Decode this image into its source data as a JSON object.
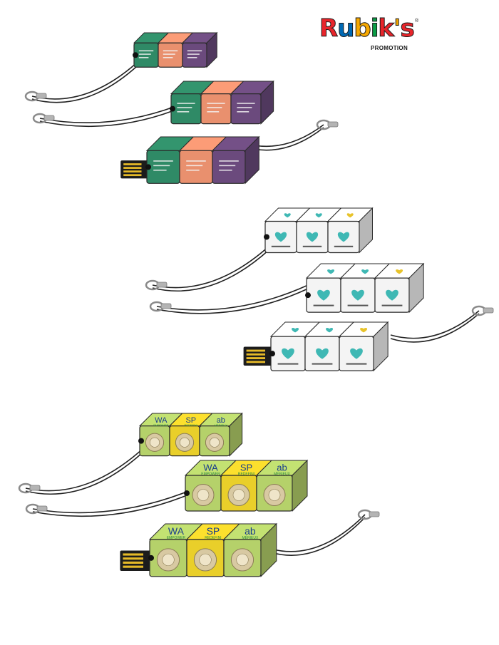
{
  "brand": {
    "logo_letters": [
      "R",
      "u",
      "b",
      "i",
      "k",
      "'",
      "s"
    ],
    "logo_colors": [
      "#e8252b",
      "#0069b4",
      "#f6a800",
      "#0a9d46",
      "#e8252b",
      "#f6a800",
      "#e8252b"
    ],
    "logo_subtitle": "PROMOTION",
    "registered_mark": "®"
  },
  "palette": {
    "green": "#2f8a66",
    "salmon": "#e9906e",
    "purple": "#6b4a7d",
    "white_face": "#f4f4f4",
    "heart_teal": "#3fb8b4",
    "yellow_face": "#e9cf2a",
    "lime_face": "#b5d16a",
    "usb_gold": "#e5b928",
    "cord": "#222222"
  },
  "products": [
    {
      "theme": "green-salmon-purple",
      "variant": "closed"
    },
    {
      "theme": "green-salmon-purple",
      "variant": "closed"
    },
    {
      "theme": "green-salmon-purple",
      "variant": "open"
    },
    {
      "theme": "white-heart",
      "variant": "closed"
    },
    {
      "theme": "white-heart",
      "variant": "closed"
    },
    {
      "theme": "white-heart",
      "variant": "open"
    },
    {
      "theme": "wasp-sticker",
      "variant": "closed"
    },
    {
      "theme": "wasp-sticker",
      "variant": "closed"
    },
    {
      "theme": "wasp-sticker",
      "variant": "open"
    }
  ],
  "wasp_labels": {
    "wa": "WA",
    "sp": "SP",
    "ab": "ab",
    "empower": "EMPOWER",
    "redefining": "REDEFINI",
    "merieux": "MÉRIEUX"
  }
}
